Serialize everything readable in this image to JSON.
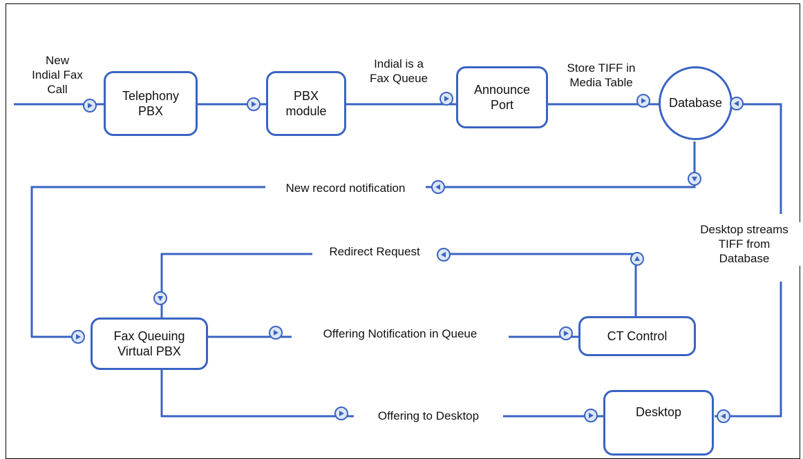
{
  "labels": {
    "new_call": "New\nIndial Fax\nCall",
    "indial_queue": "Indial is a\nFax Queue",
    "store_tiff": "Store TIFF in\nMedia Table",
    "new_record": "New record notification",
    "redirect": "Redirect Request",
    "offering_queue": "Offering Notification in Queue",
    "offering_desktop": "Offering to Desktop",
    "desktop_streams": "Desktop streams\nTIFF from\nDatabase"
  },
  "nodes": {
    "telephony": "Telephony\nPBX",
    "pbx_module": "PBX\nmodule",
    "announce": "Announce\nPort",
    "database": "Database",
    "fax_queuing": "Fax Queuing\nVirtual PBX",
    "ct_control": "CT Control",
    "desktop": "Desktop"
  },
  "colors": {
    "line": "#3a63c2",
    "arrow_fill": "#dde6f5",
    "arrow_glyph": "#3a63c2"
  }
}
